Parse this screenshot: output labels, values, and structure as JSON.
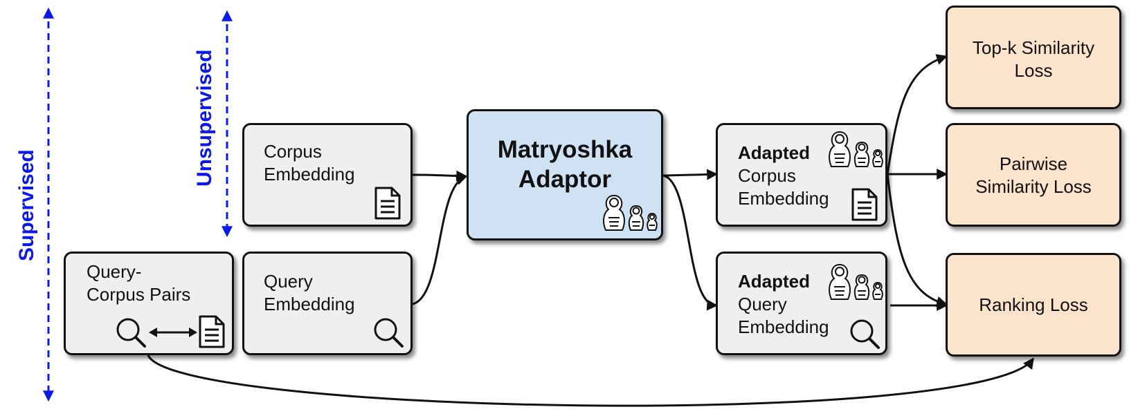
{
  "side_labels": {
    "supervised": "Supervised",
    "unsupervised": "Unsupervised"
  },
  "inputs": {
    "corpus_embedding": {
      "line1": "Corpus",
      "line2": "Embedding"
    },
    "query_embedding": {
      "line1": "Query",
      "line2": "Embedding"
    },
    "query_corpus_pairs": {
      "line1": "Query-",
      "line2": "Corpus Pairs"
    }
  },
  "adaptor": {
    "line1": "Matryoshka",
    "line2": "Adaptor"
  },
  "outputs": {
    "adapted_corpus": {
      "bold": "Adapted",
      "line2": "Corpus",
      "line3": "Embedding"
    },
    "adapted_query": {
      "bold": "Adapted",
      "line2": "Query",
      "line3": "Embedding"
    }
  },
  "losses": {
    "topk": {
      "line1": "Top-k Similarity",
      "line2": "Loss"
    },
    "pairwise": {
      "line1": "Pairwise",
      "line2": "Similarity Loss"
    },
    "ranking": {
      "line1": "Ranking Loss"
    }
  },
  "colors": {
    "input_box": "#efefef",
    "adaptor_box": "#cfe2f3",
    "loss_box": "#fce3cc",
    "supervision_arrow": "#0b19e8",
    "outline": "#111111"
  }
}
